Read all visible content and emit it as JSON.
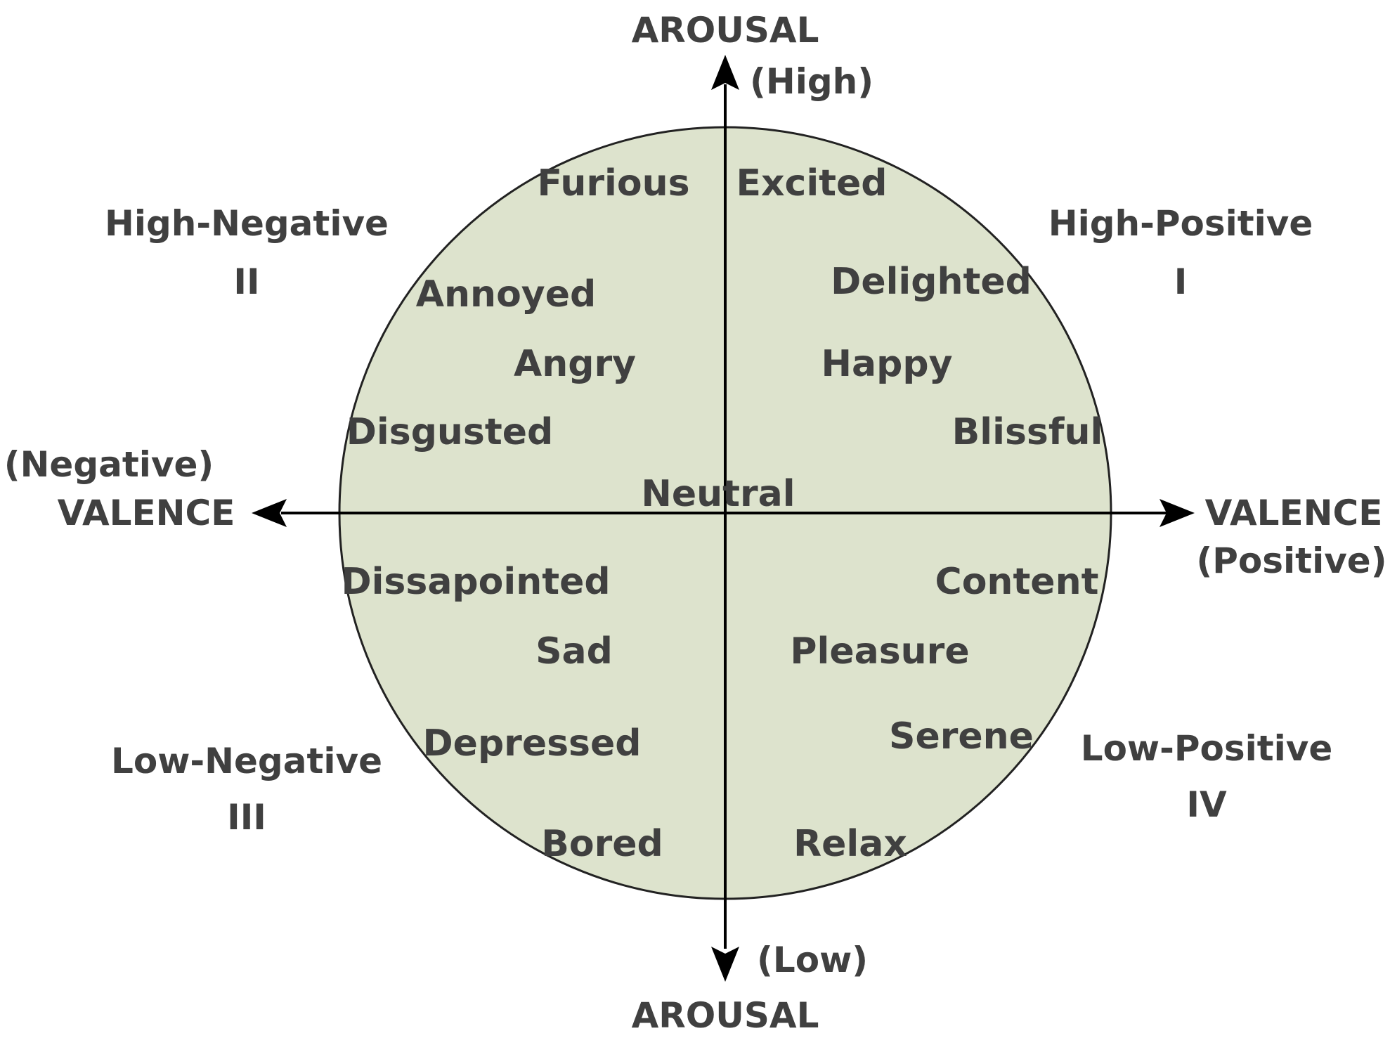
{
  "colors": {
    "circle_fill": "#dde3cd",
    "circle_stroke": "#222222",
    "axis": "#000000",
    "text": "#404040"
  },
  "axes": {
    "arousal_top": "AROUSAL",
    "arousal_high": "(High)",
    "arousal_low": "(Low)",
    "arousal_bottom": "AROUSAL",
    "valence_negative": "(Negative)",
    "valence_left": "VALENCE",
    "valence_right": "VALENCE",
    "valence_positive": "(Positive)"
  },
  "quadrants": {
    "q1_name": "High-Positive",
    "q1_num": "I",
    "q2_name": "High-Negative",
    "q2_num": "II",
    "q3_name": "Low-Negative",
    "q3_num": "III",
    "q4_name": "Low-Positive",
    "q4_num": "IV"
  },
  "emotions": {
    "furious": "Furious",
    "excited": "Excited",
    "annoyed": "Annoyed",
    "delighted": "Delighted",
    "angry": "Angry",
    "happy": "Happy",
    "disgusted": "Disgusted",
    "blissful": "Blissful",
    "neutral": "Neutral",
    "dissapointed": "Dissapointed",
    "content": "Content",
    "sad": "Sad",
    "pleasure": "Pleasure",
    "depressed": "Depressed",
    "serene": "Serene",
    "bored": "Bored",
    "relax": "Relax"
  }
}
